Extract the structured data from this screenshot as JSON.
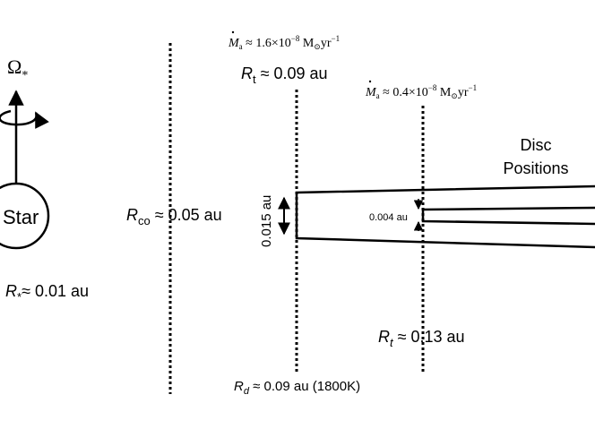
{
  "star": {
    "label": "Star",
    "omega_symbol": "Ω",
    "omega_subscript": "*",
    "radius_var": "R",
    "radius_sub": "*",
    "radius_value": "≈ 0.01 au"
  },
  "corotation": {
    "var": "R",
    "sub": "co",
    "value": " ≈ 0.05 au"
  },
  "inner_truncation": {
    "mdot_var": "M",
    "mdot_sub": "a",
    "mdot_value": " ≈ 1.6×10",
    "mdot_exp": "−8",
    "mdot_unit_m": " M",
    "mdot_unit_sun": "⊙",
    "mdot_unit_yr": "yr",
    "mdot_unit_exp": "−1",
    "rt_var": "R",
    "rt_sub": "t",
    "rt_value": " ≈ 0.09 au",
    "rd_var": "R",
    "rd_sub": "d",
    "rd_value": " ≈ 0.09 au (1800K)",
    "thickness": "0.015 au"
  },
  "outer_truncation": {
    "mdot_var": "M",
    "mdot_sub": "a",
    "mdot_value": " ≈ 0.4×10",
    "mdot_exp": "−8",
    "mdot_unit_m": " M",
    "mdot_unit_sun": "⊙",
    "mdot_unit_yr": "yr",
    "mdot_unit_exp": "−1",
    "rt_var": "R",
    "rt_sub": "t",
    "rt_value": " ≈ 0.13 au",
    "thickness": "0.004 au"
  },
  "disc_label": {
    "line1": "Disc",
    "line2": "Positions"
  }
}
